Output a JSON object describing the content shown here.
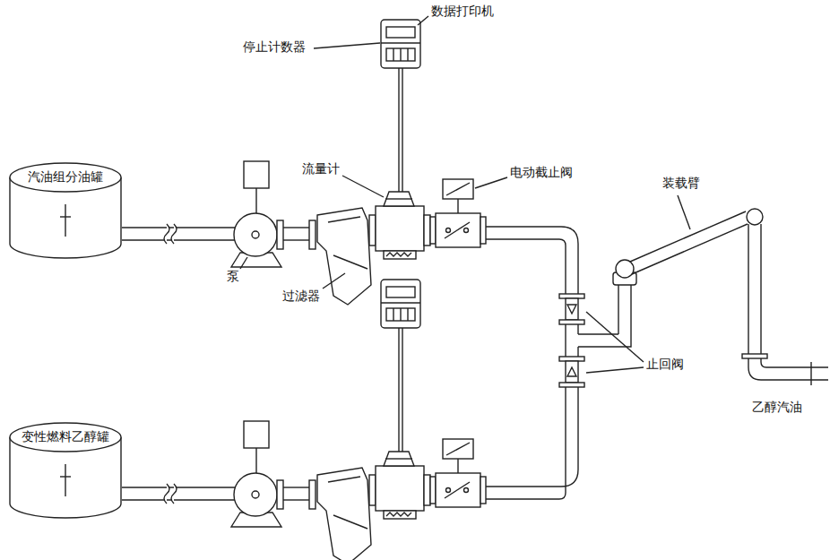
{
  "diagram": {
    "nodes": [
      {
        "text": [
          "汽油组分油罐"
        ]
      },
      {
        "text": [
          "变性燃料乙醇罐"
        ]
      }
    ],
    "labels": [
      "数据打印机",
      "停止计数器",
      "流量计",
      "电动截止阀",
      "装载臂",
      "泵",
      "过滤器",
      "止回阀",
      "乙醇汽油"
    ]
  }
}
